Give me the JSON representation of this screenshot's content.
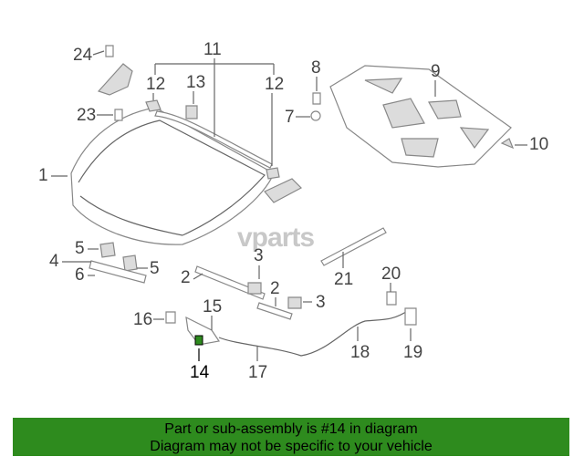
{
  "watermark": "vparts",
  "callouts": [
    "1",
    "2",
    "2",
    "3",
    "3",
    "4",
    "5",
    "5",
    "6",
    "7",
    "8",
    "9",
    "10",
    "11",
    "12",
    "12",
    "13",
    "14",
    "15",
    "16",
    "17",
    "18",
    "19",
    "20",
    "21",
    "23",
    "24"
  ],
  "highlight_color": "#2e8b1e",
  "banner": {
    "line1": "Part or sub-assembly is #14 in diagram",
    "line2": "Diagram may not be specific to your vehicle"
  }
}
